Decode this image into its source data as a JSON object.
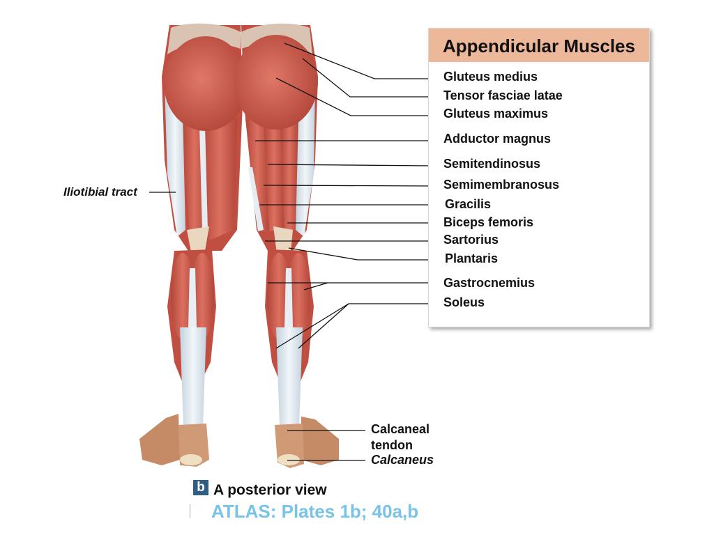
{
  "panel": {
    "title": "Appendicular Muscles",
    "title_bar_color": "#edb79a"
  },
  "labels": {
    "gluteus_medius": "Gluteus medius",
    "tensor_fasciae_latae": "Tensor fasciae latae",
    "gluteus_maximus": "Gluteus maximus",
    "adductor_magnus": "Adductor magnus",
    "semitendinosus": "Semitendinosus",
    "semimembranosus": "Semimembranosus",
    "gracilis": "Gracilis",
    "biceps_femoris": "Biceps femoris",
    "sartorius": "Sartorius",
    "plantaris": "Plantaris",
    "gastrocnemius": "Gastrocnemius",
    "soleus": "Soleus",
    "iliotibial_tract": "Iliotibial tract",
    "calcaneal_tendon_line1": "Calcaneal",
    "calcaneal_tendon_line2": "tendon",
    "calcaneus": "Calcaneus"
  },
  "caption": {
    "badge": "b",
    "view": "A posterior view",
    "atlas": "ATLAS: Plates 1b; 40a,b",
    "badge_color": "#2f5d84",
    "atlas_color": "#79c3e9"
  },
  "colors": {
    "muscle": "#cc5a4a",
    "muscle_dark": "#a83e33",
    "fascia": "#d7e2ea",
    "skin": "#c8906a",
    "bone": "#efe0c4"
  }
}
